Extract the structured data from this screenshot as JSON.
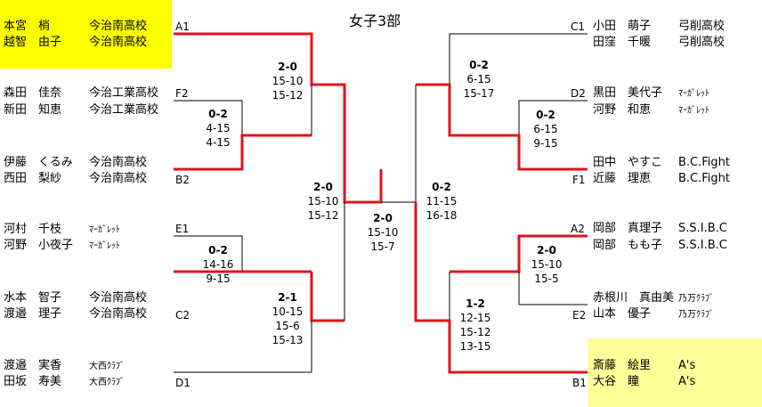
{
  "title": "女子3部",
  "colors": {
    "win_line": "#e0141a",
    "loss_line": "#000000",
    "highlight_left": "#ffff00",
    "highlight_right": "#ffff99"
  },
  "left": {
    "teams": [
      {
        "seed": "A1",
        "players": [
          {
            "name": "本宮　梢",
            "club": "今治南高校"
          },
          {
            "name": "越智　由子",
            "club": "今治南高校"
          }
        ]
      },
      {
        "seed": "F2",
        "players": [
          {
            "name": "森田　佳奈",
            "club": "今治工業高校"
          },
          {
            "name": "新田　知恵",
            "club": "今治工業高校"
          }
        ]
      },
      {
        "seed": "B2",
        "players": [
          {
            "name": "伊藤　くるみ",
            "club": "今治南高校"
          },
          {
            "name": "西田　梨紗",
            "club": "今治南高校"
          }
        ]
      },
      {
        "seed": "E1",
        "players": [
          {
            "name": "河村　千枝",
            "club": "ﾏｰｶﾞﾚｯﾄ"
          },
          {
            "name": "河野　小夜子",
            "club": "ﾏｰｶﾞﾚｯﾄ"
          }
        ]
      },
      {
        "seed": "C2",
        "players": [
          {
            "name": "水本　智子",
            "club": "今治南高校"
          },
          {
            "name": "渡邉　理子",
            "club": "今治南高校"
          }
        ]
      },
      {
        "seed": "D1",
        "players": [
          {
            "name": "渡邉　実香",
            "club": "大西ｸﾗﾌﾞ"
          },
          {
            "name": "田坂　寿美",
            "club": "大西ｸﾗﾌﾞ"
          }
        ]
      }
    ],
    "matches": [
      {
        "sets": "0-2",
        "games": [
          "4-15",
          "4-15"
        ]
      },
      {
        "sets": "2-0",
        "games": [
          "15-10",
          "15-12"
        ]
      },
      {
        "sets": "0-2",
        "games": [
          "14-16",
          "9-15"
        ]
      },
      {
        "sets": "2-1",
        "games": [
          "10-15",
          "15-6",
          "15-13"
        ]
      },
      {
        "sets": "2-0",
        "games": [
          "15-10",
          "15-12"
        ]
      }
    ]
  },
  "right": {
    "teams": [
      {
        "seed": "C1",
        "players": [
          {
            "name": "小田　萌子",
            "club": "弓削高校"
          },
          {
            "name": "田窪　千暖",
            "club": "弓削高校"
          }
        ]
      },
      {
        "seed": "D2",
        "players": [
          {
            "name": "黒田　美代子",
            "club": "ﾏｰｶﾞﾚｯﾄ"
          },
          {
            "name": "河野　和恵",
            "club": "ﾏｰｶﾞﾚｯﾄ"
          }
        ]
      },
      {
        "seed": "F1",
        "players": [
          {
            "name": "田中　やすこ",
            "club": "B.C.Fight"
          },
          {
            "name": "近藤　理恵",
            "club": "B.C.Fight"
          }
        ]
      },
      {
        "seed": "A2",
        "players": [
          {
            "name": "岡部　真理子",
            "club": "S.S.I.B.C"
          },
          {
            "name": "岡部　もも子",
            "club": "S.S.I.B.C"
          }
        ]
      },
      {
        "seed": "E2",
        "players": [
          {
            "name": "赤根川　真由美",
            "club": "乃万ｸﾗﾌﾞ"
          },
          {
            "name": "山本　優子",
            "club": "乃万ｸﾗﾌﾞ"
          }
        ]
      },
      {
        "seed": "B1",
        "players": [
          {
            "name": "斎藤　絵里",
            "club": "A's"
          },
          {
            "name": "大谷　瞳",
            "club": "A's"
          }
        ]
      }
    ],
    "matches": [
      {
        "sets": "0-2",
        "games": [
          "6-15",
          "15-17"
        ]
      },
      {
        "sets": "0-2",
        "games": [
          "6-15",
          "9-15"
        ]
      },
      {
        "sets": "0-2",
        "games": [
          "11-15",
          "16-18"
        ]
      },
      {
        "sets": "2-0",
        "games": [
          "15-10",
          "15-5"
        ]
      },
      {
        "sets": "1-2",
        "games": [
          "12-15",
          "15-12",
          "13-15"
        ]
      }
    ]
  },
  "final": {
    "sets": "2-0",
    "games": [
      "15-10",
      "15-7"
    ]
  }
}
